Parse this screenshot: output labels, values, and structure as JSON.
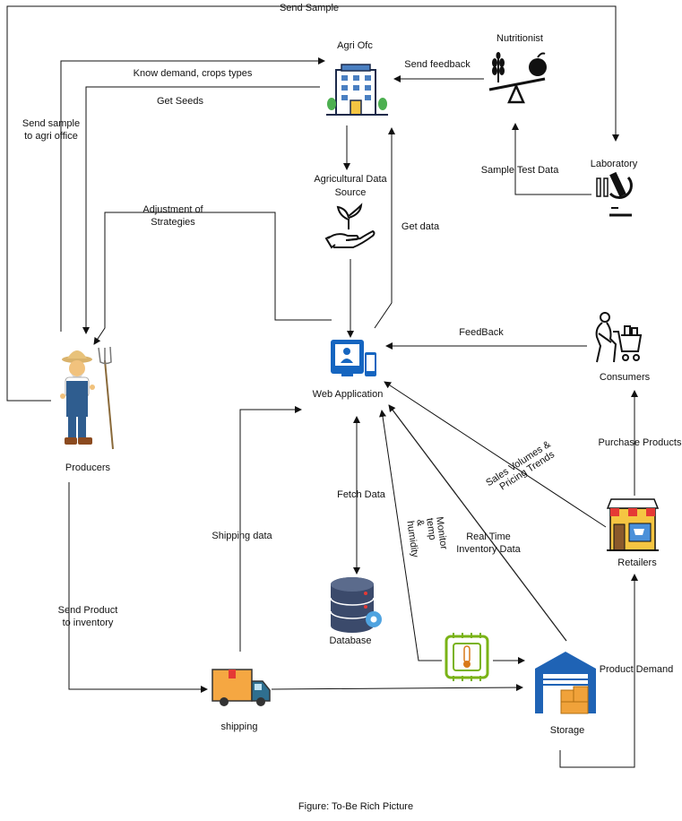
{
  "nodes": {
    "agri_ofc": "Agri Ofc",
    "nutritionist": "Nutritionist",
    "laboratory": "Laboratory",
    "agri_data_line1": "Agricultural Data",
    "agri_data_line2": "Source",
    "web_app": "Web Application",
    "consumers": "Consumers",
    "producers": "Producers",
    "retailers": "Retailers",
    "database": "Database",
    "shipping": "shipping",
    "storage": "Storage"
  },
  "edges": {
    "send_sample": "Send Sample",
    "know_demand": "Know demand, crops types",
    "get_seeds": "Get Seeds",
    "send_sample_agri_1": "Send sample",
    "send_sample_agri_2": "to agri office",
    "send_feedback": "Send feedback",
    "sample_test_data": "Sample Test Data",
    "adjustment_1": "Adjustment of",
    "adjustment_2": "Strategies",
    "get_data": "Get data",
    "feedback": "FeedBack",
    "purchase_products": "Purchase Products",
    "sales_1": "Sales Volumes &",
    "sales_2": "Pricing Trends",
    "fetch_data": "Fetch Data",
    "monitor_1": "Monitor",
    "monitor_2": "temp",
    "monitor_3": "&",
    "monitor_4": "humidity",
    "real_time_1": "Real Time",
    "real_time_2": "Inventory Data",
    "shipping_data": "Shipping data",
    "send_product_1": "Send Product",
    "send_product_2": "to inventory",
    "product_demand": "Product Demand"
  },
  "caption": "Figure: To-Be Rich Picture",
  "colors": {
    "line": "#111111",
    "web_app_blue": "#1565c0",
    "building_blue": "#4a7fc1",
    "plant_green": "#3a8f3a",
    "chip_green": "#9acd32",
    "truck_orange": "#f5a742",
    "warehouse_blue": "#1f63b5",
    "box_orange": "#f0a23a",
    "shop_red": "#e53935",
    "database_navy": "#3b4a6b"
  }
}
